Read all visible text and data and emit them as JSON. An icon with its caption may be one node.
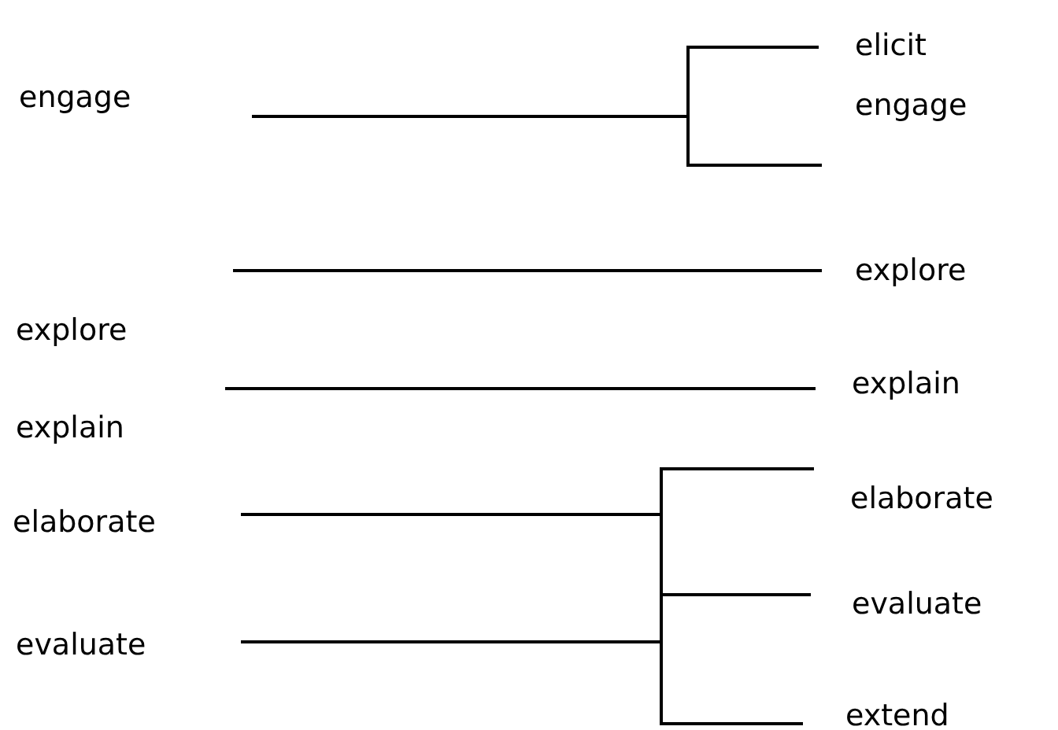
{
  "diagram": {
    "nodes": [
      {
        "text": [
          "engage"
        ]
      },
      {
        "text": [
          "explore"
        ]
      },
      {
        "text": [
          "explain"
        ]
      },
      {
        "text": [
          "elaborate"
        ]
      },
      {
        "text": [
          "evaluate"
        ]
      },
      {
        "text": [
          "elicit"
        ]
      },
      {
        "text": [
          "engage"
        ]
      },
      {
        "text": [
          "explore"
        ]
      },
      {
        "text": [
          "explain"
        ]
      },
      {
        "text": [
          "elaborate"
        ]
      },
      {
        "text": [
          "evaluate"
        ]
      },
      {
        "text": [
          "extend"
        ]
      }
    ],
    "edges": [
      {
        "from": 0,
        "to": 5,
        "arrow": "none"
      },
      {
        "from": 0,
        "to": 6,
        "arrow": "none"
      },
      {
        "from": 1,
        "to": 7,
        "arrow": "none"
      },
      {
        "from": 2,
        "to": 8,
        "arrow": "none"
      },
      {
        "from": 3,
        "to": 9,
        "arrow": "none"
      },
      {
        "from": 3,
        "to": 10,
        "arrow": "none"
      },
      {
        "from": 3,
        "to": 11,
        "arrow": "none"
      },
      {
        "from": 4,
        "to": 9,
        "arrow": "none"
      },
      {
        "from": 4,
        "to": 10,
        "arrow": "none"
      },
      {
        "from": 4,
        "to": 11,
        "arrow": "none"
      }
    ]
  }
}
